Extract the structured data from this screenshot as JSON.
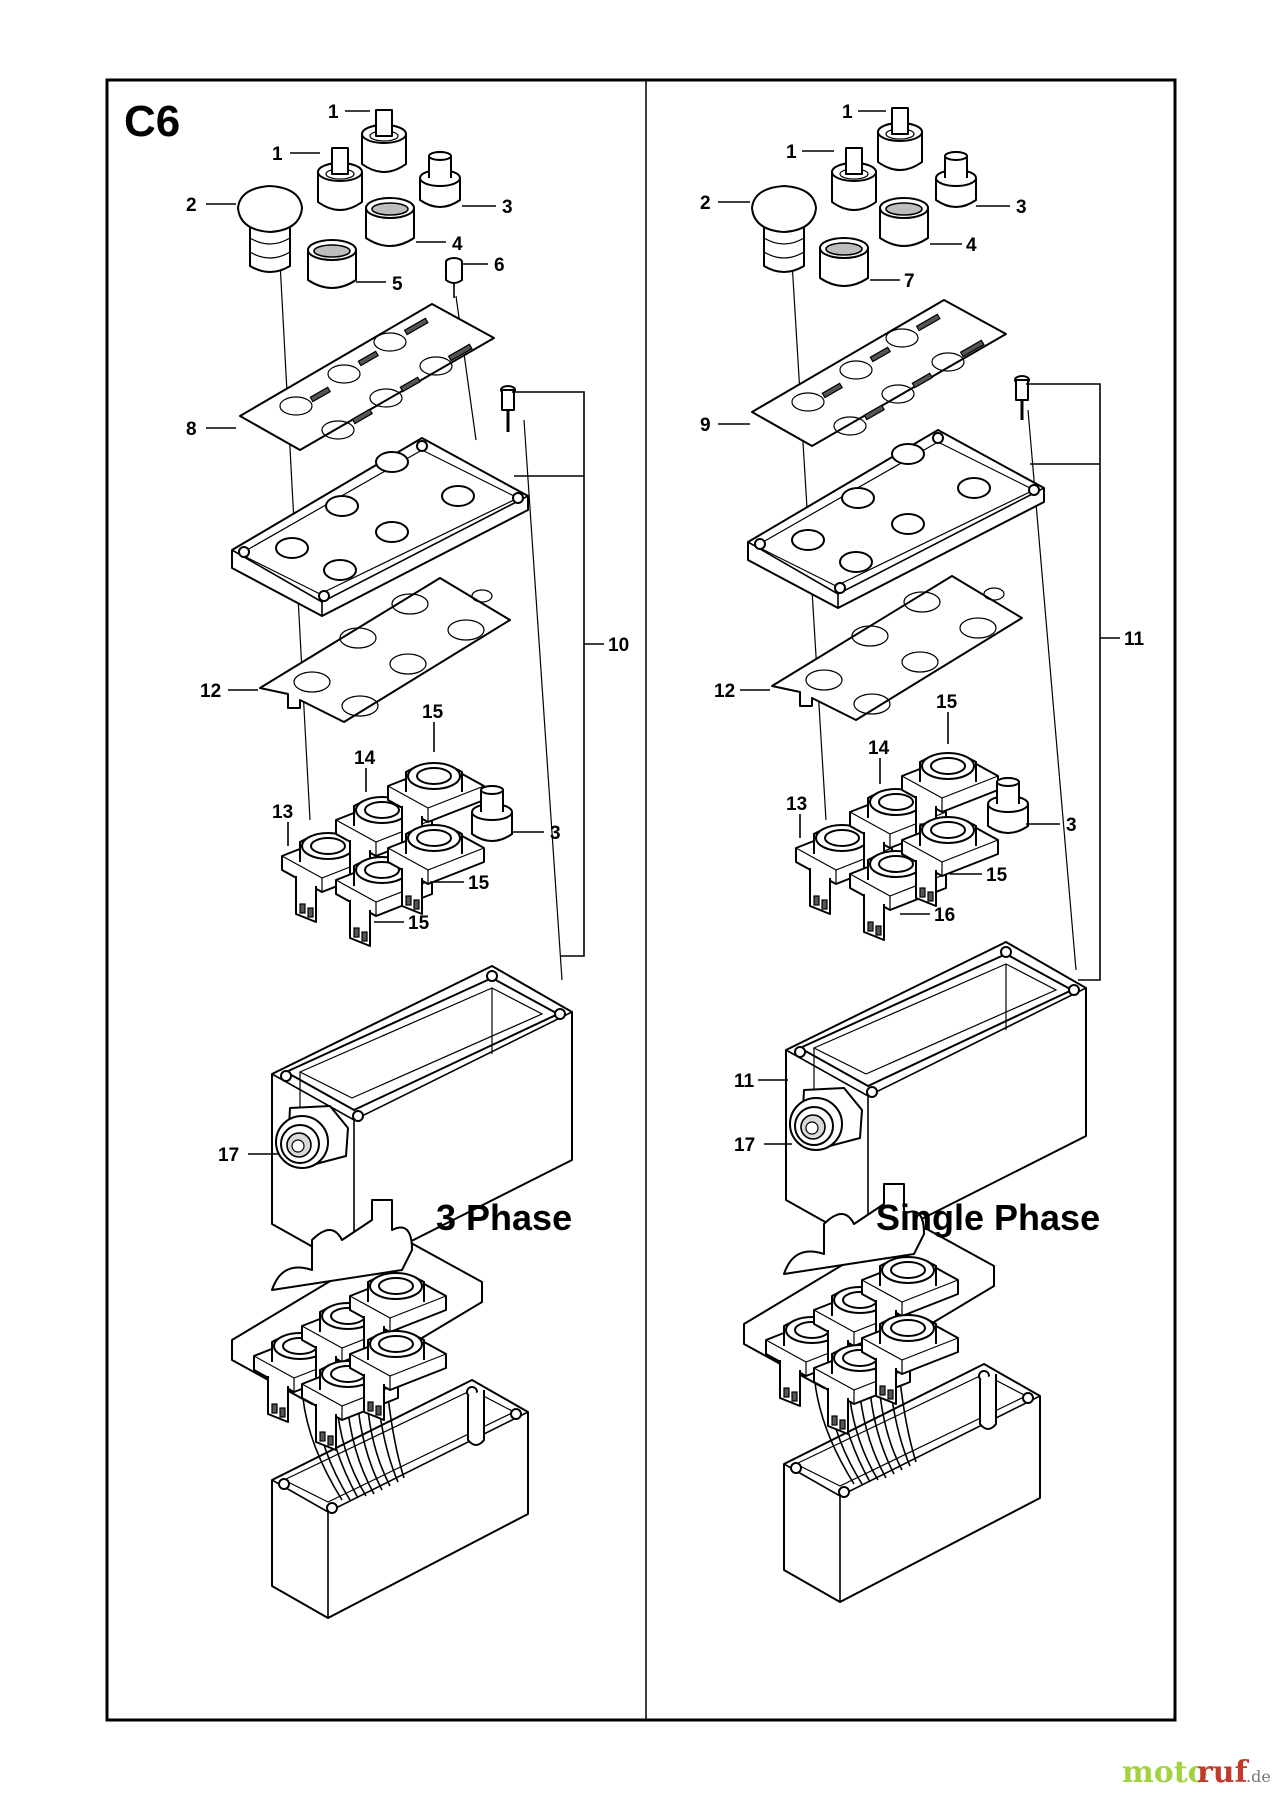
{
  "section_code": "C6",
  "panels": [
    {
      "title": "3 Phase",
      "callouts": [
        "1",
        "1",
        "2",
        "3",
        "4",
        "5",
        "6",
        "8",
        "10",
        "12",
        "13",
        "14",
        "15",
        "3",
        "15",
        "15",
        "17"
      ]
    },
    {
      "title": "Single Phase",
      "callouts": [
        "1",
        "1",
        "2",
        "3",
        "4",
        "7",
        "9",
        "11",
        "12",
        "13",
        "14",
        "15",
        "3",
        "15",
        "16",
        "11",
        "17"
      ]
    }
  ],
  "watermark": {
    "part1": "moto",
    "part2": "ruf",
    "suffix": ".de"
  }
}
